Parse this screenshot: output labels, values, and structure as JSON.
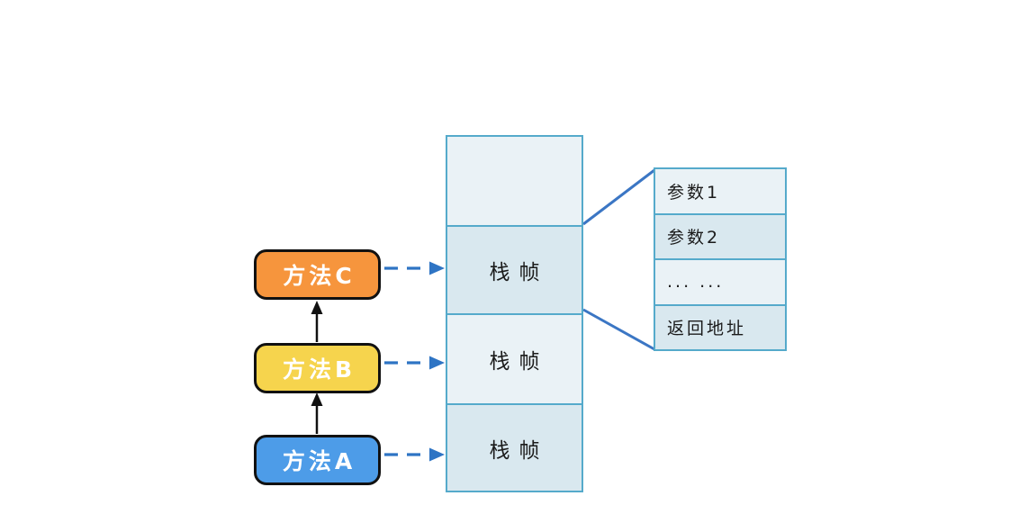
{
  "diagram": {
    "description": "Call stack diagram: methods pushing stack frames, with one frame expanded to show its contents",
    "methods": [
      {
        "id": "method-c",
        "label": "方法C",
        "fill": "#F6953D"
      },
      {
        "id": "method-b",
        "label": "方法B",
        "fill": "#F6D44D"
      },
      {
        "id": "method-a",
        "label": "方法A",
        "fill": "#4D9CE8"
      }
    ],
    "stack": {
      "cells": [
        {
          "label": ""
        },
        {
          "label": "栈帧"
        },
        {
          "label": "栈帧"
        },
        {
          "label": "栈帧"
        }
      ]
    },
    "frame_detail": {
      "rows": [
        {
          "label": "参数1"
        },
        {
          "label": "参数2"
        },
        {
          "label": "... ..."
        },
        {
          "label": "返回地址"
        }
      ]
    },
    "colors": {
      "method_c_fill": "#F6953D",
      "method_b_fill": "#F6D44D",
      "method_a_fill": "#4D9CE8",
      "method_border": "#111111",
      "method_text": "#FFFFFF",
      "box_border": "#55AACB",
      "cell_light": "#EAF2F6",
      "cell_dark": "#D9E8EF",
      "dashed_arrow": "#2E74C4",
      "connector_line": "#3B76C4",
      "call_arrow": "#111111",
      "cell_text": "#1B1B1B"
    }
  }
}
